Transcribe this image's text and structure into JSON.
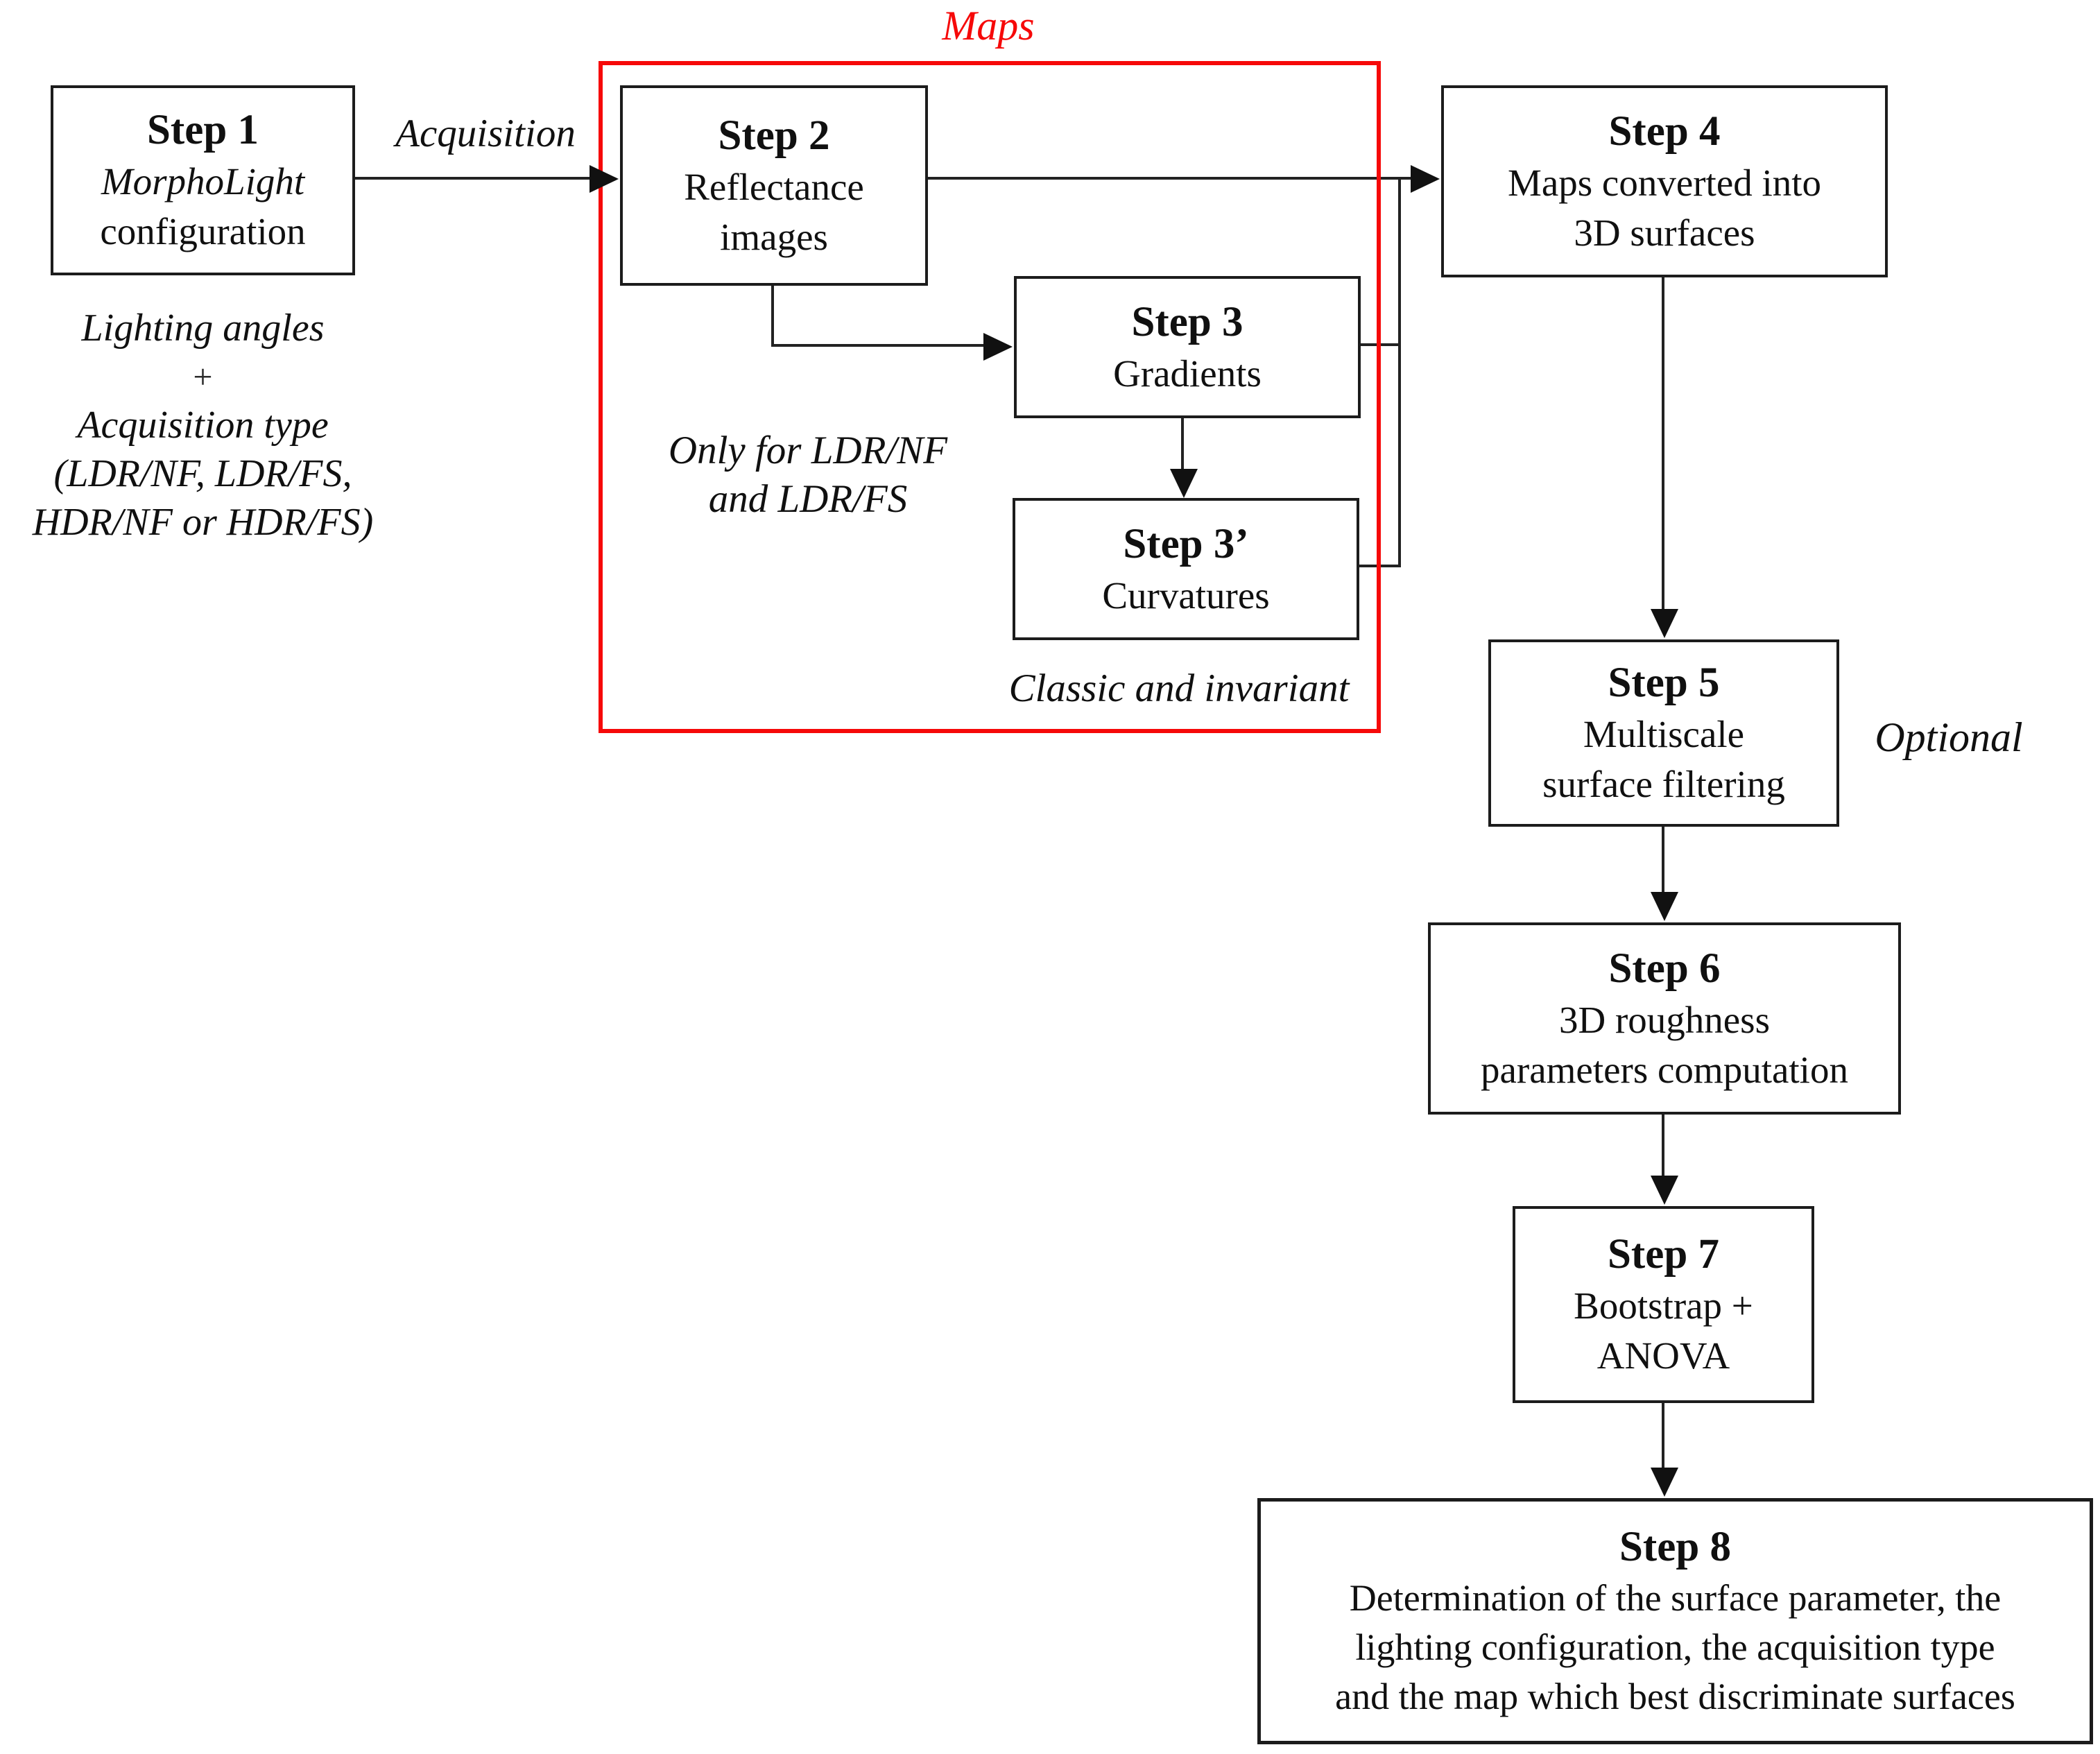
{
  "colors": {
    "background": "#ffffff",
    "box_border": "#1c1c1c",
    "connector": "#222222",
    "text": "#101010",
    "group_frame_red": "#f60909"
  },
  "annotations": {
    "maps": "Maps",
    "acquisition": "Acquisition",
    "only_for_line1": "Only for LDR/NF",
    "only_for_line2": "and LDR/FS",
    "classic_and_invariant": "Classic and invariant",
    "optional": "Optional"
  },
  "step1_caption": {
    "line1": "Lighting angles",
    "line2": "+",
    "line3": "Acquisition type",
    "line4": "(LDR/NF, LDR/FS,",
    "line5": "HDR/NF or HDR/FS)"
  },
  "steps": [
    {
      "title": "Step 1",
      "lines": [
        "MorphoLight",
        "configuration"
      ]
    },
    {
      "title": "Step 2",
      "lines": [
        "Reflectance",
        "images"
      ]
    },
    {
      "title": "Step 3",
      "lines": [
        "Gradients"
      ]
    },
    {
      "title": "Step 3’",
      "lines": [
        "Curvatures"
      ]
    },
    {
      "title": "Step 4",
      "lines": [
        "Maps converted into",
        "3D surfaces"
      ]
    },
    {
      "title": "Step 5",
      "lines": [
        "Multiscale",
        "surface filtering"
      ]
    },
    {
      "title": "Step 6",
      "lines": [
        "3D roughness",
        "parameters computation"
      ]
    },
    {
      "title": "Step 7",
      "lines": [
        "Bootstrap +",
        "ANOVA"
      ]
    },
    {
      "title": "Step 8",
      "lines": [
        "Determination of the surface parameter, the",
        "lighting configuration, the acquisition type",
        "and the map which best discriminate surfaces"
      ]
    }
  ]
}
